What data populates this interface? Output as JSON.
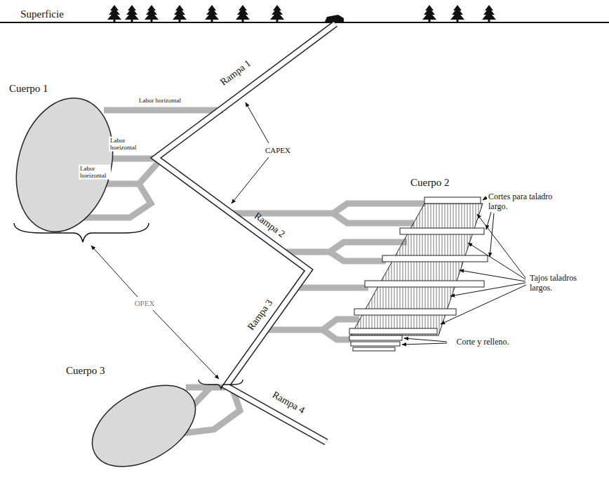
{
  "diagram": {
    "nodes": [
      {
        "text": [
          "Cuerpo 1"
        ]
      },
      {
        "text": [
          "Cuerpo 2"
        ]
      },
      {
        "text": [
          "Cuerpo 3"
        ]
      }
    ],
    "labels": [
      "Superficie",
      "Rampa 1",
      "Rampa 2",
      "Rampa 3",
      "Rampa 4",
      "Labor horizontal",
      "Labor hoeizontal",
      "Labor hoeizontal",
      "CAPEX",
      "OPEX",
      "Cortes para taladro largo.",
      "Tajos taladros largos.",
      "Corte y relleno."
    ]
  }
}
